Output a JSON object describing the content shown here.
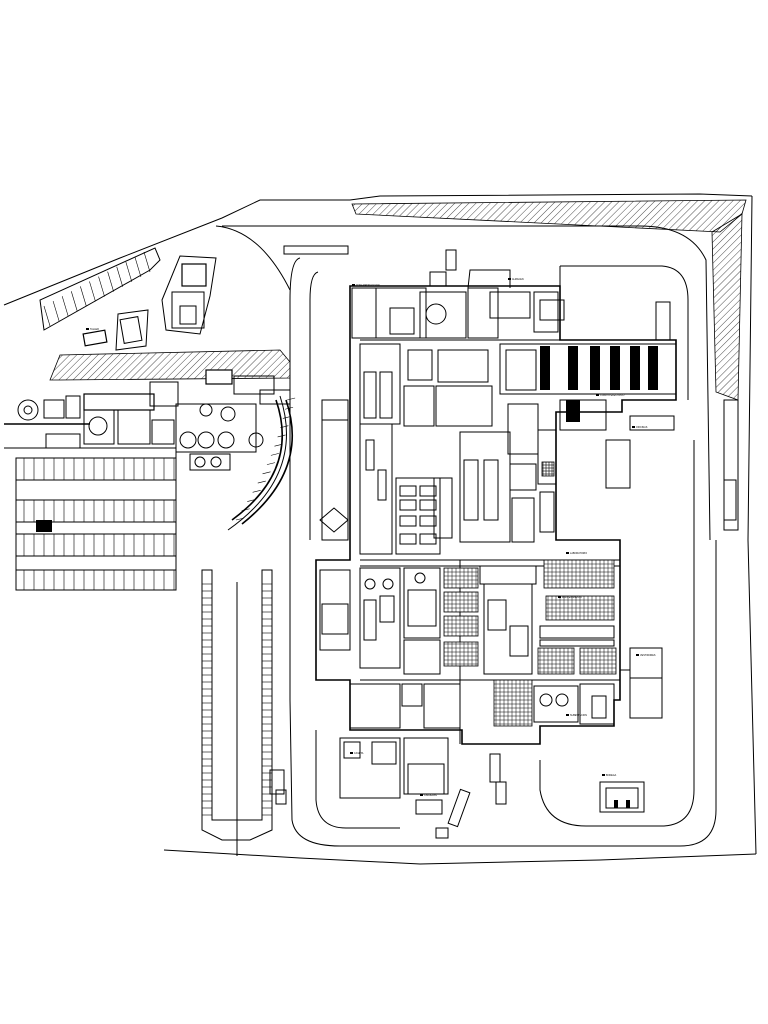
{
  "labels": {
    "room_a": "ZONA PRODUCCION",
    "room_b": "ALMACEN",
    "room_c": "CUARTO ELECTRICO",
    "room_d": "OFICINAS",
    "room_e": "LABORATORIO",
    "room_f": "MANTENIMIENTO",
    "room_g": "SUBESTACION",
    "room_h": "VESTIDORES",
    "room_i": "BODEGA",
    "room_j": "CALDERAS",
    "room_k": "CASETA",
    "room_l": "TALLER"
  }
}
